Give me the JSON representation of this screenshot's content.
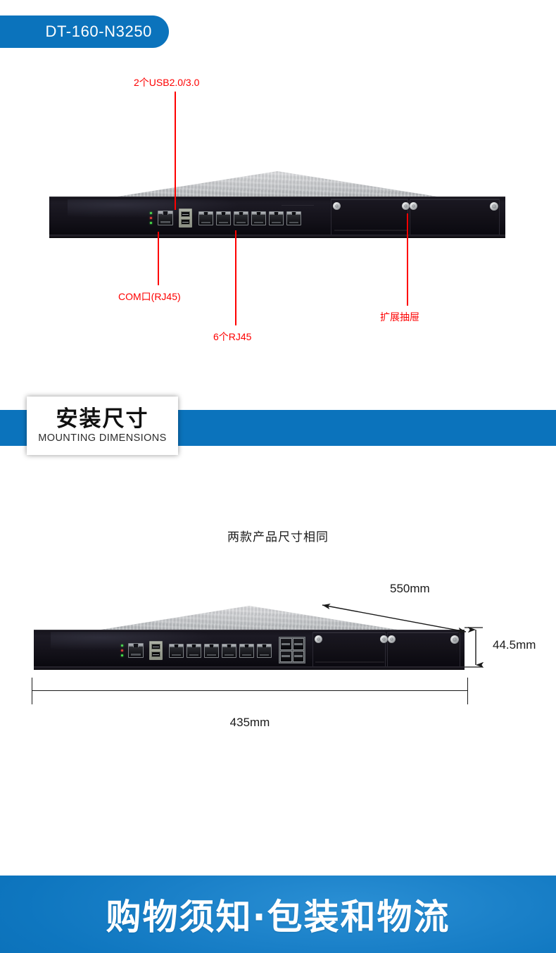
{
  "page": {
    "background_color": "#ffffff",
    "accent_blue": "#0b73bc",
    "callout_red": "#fe0000"
  },
  "title_badge": {
    "label": "DT-160-N3250"
  },
  "product_photo": {
    "alt_name": "DT-160-N3250 1U rack network appliance front view",
    "ports": {
      "led_count": 3,
      "com_port_count": 1,
      "usb_port_count": 2,
      "rj45_port_count": 6,
      "expansion_drawer_count": 2
    },
    "callouts": [
      {
        "id": "usb",
        "label": "2个USB2.0/3.0"
      },
      {
        "id": "com",
        "label": "COM口(RJ45)"
      },
      {
        "id": "rj45",
        "label": "6个RJ45"
      },
      {
        "id": "drawer",
        "label": "扩展抽屉"
      }
    ]
  },
  "section_header": {
    "title_cn": "安装尺寸",
    "title_en": "MOUNTING DIMENSIONS",
    "band_color": "#0b73bc"
  },
  "dimensions_section": {
    "note": "两款产品尺寸相同",
    "device_alt_name": "DT-160-N3250 with SFP module cage, dimension view",
    "sfp_port_count": 4,
    "measurements": [
      {
        "id": "depth",
        "value": "550mm"
      },
      {
        "id": "height",
        "value": "44.5mm"
      },
      {
        "id": "width",
        "value": "435mm"
      }
    ]
  },
  "bottom_banner": {
    "label": "购物须知·包装和物流"
  }
}
